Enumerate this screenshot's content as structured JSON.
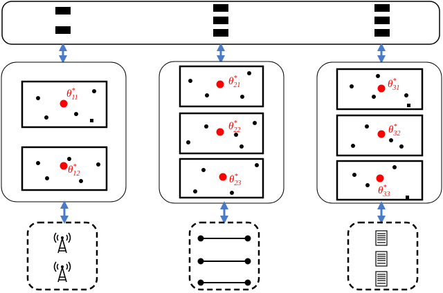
{
  "labels": {
    "c1p1": {
      "base": "θ",
      "sup": "*",
      "sub": "11"
    },
    "c1p2": {
      "base": "θ",
      "sup": "*",
      "sub": "12"
    },
    "c2p1": {
      "base": "θ",
      "sup": "*",
      "sub": "21"
    },
    "c2p2": {
      "base": "θ",
      "sup": "*",
      "sub": "22"
    },
    "c2p3": {
      "base": "θ",
      "sup": "*",
      "sub": "23"
    },
    "c3p1": {
      "base": "θ",
      "sup": "*",
      "sub": "31"
    },
    "c3p2": {
      "base": "θ",
      "sup": "*",
      "sub": "32"
    },
    "c3p3": {
      "base": "θ",
      "sup": "*",
      "sub": "33"
    }
  },
  "icons": {
    "column1": "antenna-tower-icon",
    "column2": "linked-nodes-icon",
    "column3": "server-icon"
  },
  "colors": {
    "highlight": "#ff0000",
    "connector": "#4a7bc8",
    "stroke": "#000000"
  }
}
